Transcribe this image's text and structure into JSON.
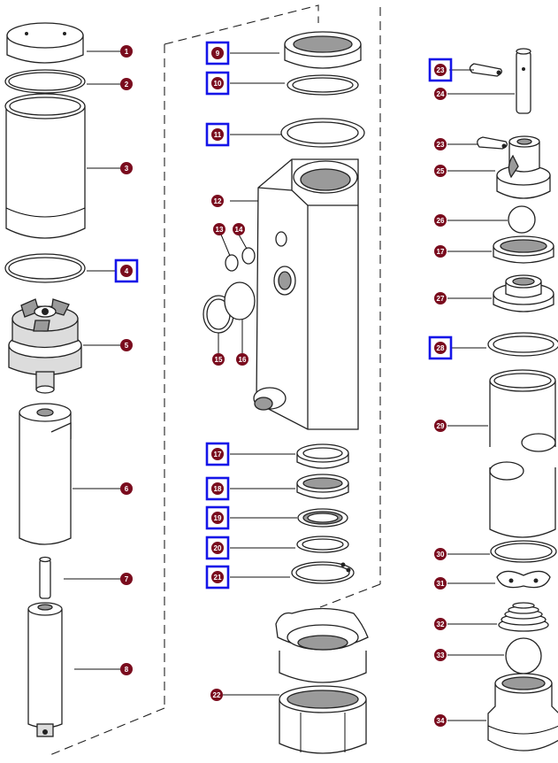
{
  "diagram": {
    "callouts": [
      {
        "id": "c1",
        "label": "1",
        "highlight": false
      },
      {
        "id": "c2",
        "label": "2",
        "highlight": false
      },
      {
        "id": "c3",
        "label": "3",
        "highlight": false
      },
      {
        "id": "c4",
        "label": "4",
        "highlight": true
      },
      {
        "id": "c5",
        "label": "5",
        "highlight": false
      },
      {
        "id": "c6",
        "label": "6",
        "highlight": false
      },
      {
        "id": "c7",
        "label": "7",
        "highlight": false
      },
      {
        "id": "c8",
        "label": "8",
        "highlight": false
      },
      {
        "id": "c9",
        "label": "9",
        "highlight": true
      },
      {
        "id": "c10",
        "label": "10",
        "highlight": true
      },
      {
        "id": "c11",
        "label": "11",
        "highlight": true
      },
      {
        "id": "c12",
        "label": "12",
        "highlight": false
      },
      {
        "id": "c13",
        "label": "13",
        "highlight": false
      },
      {
        "id": "c14",
        "label": "14",
        "highlight": false
      },
      {
        "id": "c15",
        "label": "15",
        "highlight": false
      },
      {
        "id": "c16",
        "label": "16",
        "highlight": false
      },
      {
        "id": "c17a",
        "label": "17",
        "highlight": true
      },
      {
        "id": "c18",
        "label": "18",
        "highlight": true
      },
      {
        "id": "c19",
        "label": "19",
        "highlight": true
      },
      {
        "id": "c20",
        "label": "20",
        "highlight": true
      },
      {
        "id": "c21",
        "label": "21",
        "highlight": true
      },
      {
        "id": "c22",
        "label": "22",
        "highlight": false
      },
      {
        "id": "c23a",
        "label": "23",
        "highlight": true
      },
      {
        "id": "c24",
        "label": "24",
        "highlight": false
      },
      {
        "id": "c23b",
        "label": "23",
        "highlight": false
      },
      {
        "id": "c25",
        "label": "25",
        "highlight": false
      },
      {
        "id": "c26",
        "label": "26",
        "highlight": false
      },
      {
        "id": "c17b",
        "label": "17",
        "highlight": false
      },
      {
        "id": "c27",
        "label": "27",
        "highlight": false
      },
      {
        "id": "c28",
        "label": "28",
        "highlight": true
      },
      {
        "id": "c29",
        "label": "29",
        "highlight": false
      },
      {
        "id": "c30",
        "label": "30",
        "highlight": false
      },
      {
        "id": "c31",
        "label": "31",
        "highlight": false
      },
      {
        "id": "c32",
        "label": "32",
        "highlight": false
      },
      {
        "id": "c33",
        "label": "33",
        "highlight": false
      },
      {
        "id": "c34",
        "label": "34",
        "highlight": false
      }
    ],
    "colors": {
      "badge": "#7a0c1e",
      "highlight": "#1515e8",
      "line": "#222222"
    }
  }
}
